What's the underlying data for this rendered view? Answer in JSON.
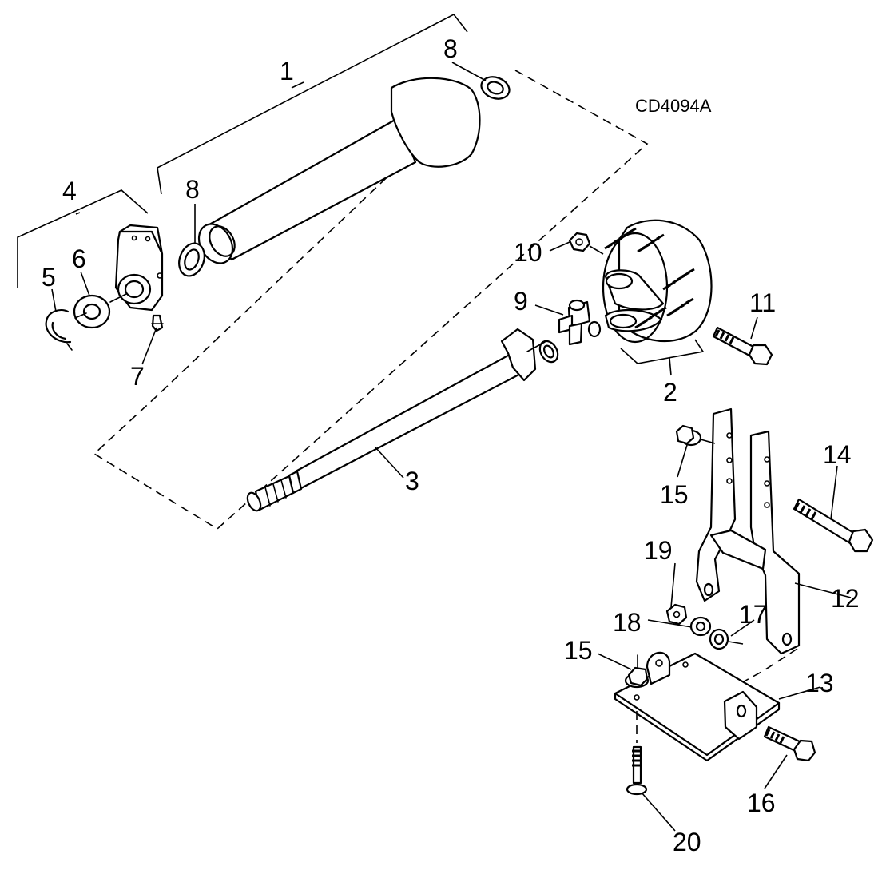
{
  "drawing_code": "CD4094A",
  "callouts": {
    "c1": "1",
    "c2": "2",
    "c3": "3",
    "c4": "4",
    "c5": "5",
    "c6": "6",
    "c7": "7",
    "c8a": "8",
    "c8b": "8",
    "c9": "9",
    "c10": "10",
    "c11": "11",
    "c12": "12",
    "c13": "13",
    "c14": "14",
    "c15a": "15",
    "c15b": "15",
    "c16": "16",
    "c17": "17",
    "c18": "18",
    "c19": "19",
    "c20": "20"
  }
}
